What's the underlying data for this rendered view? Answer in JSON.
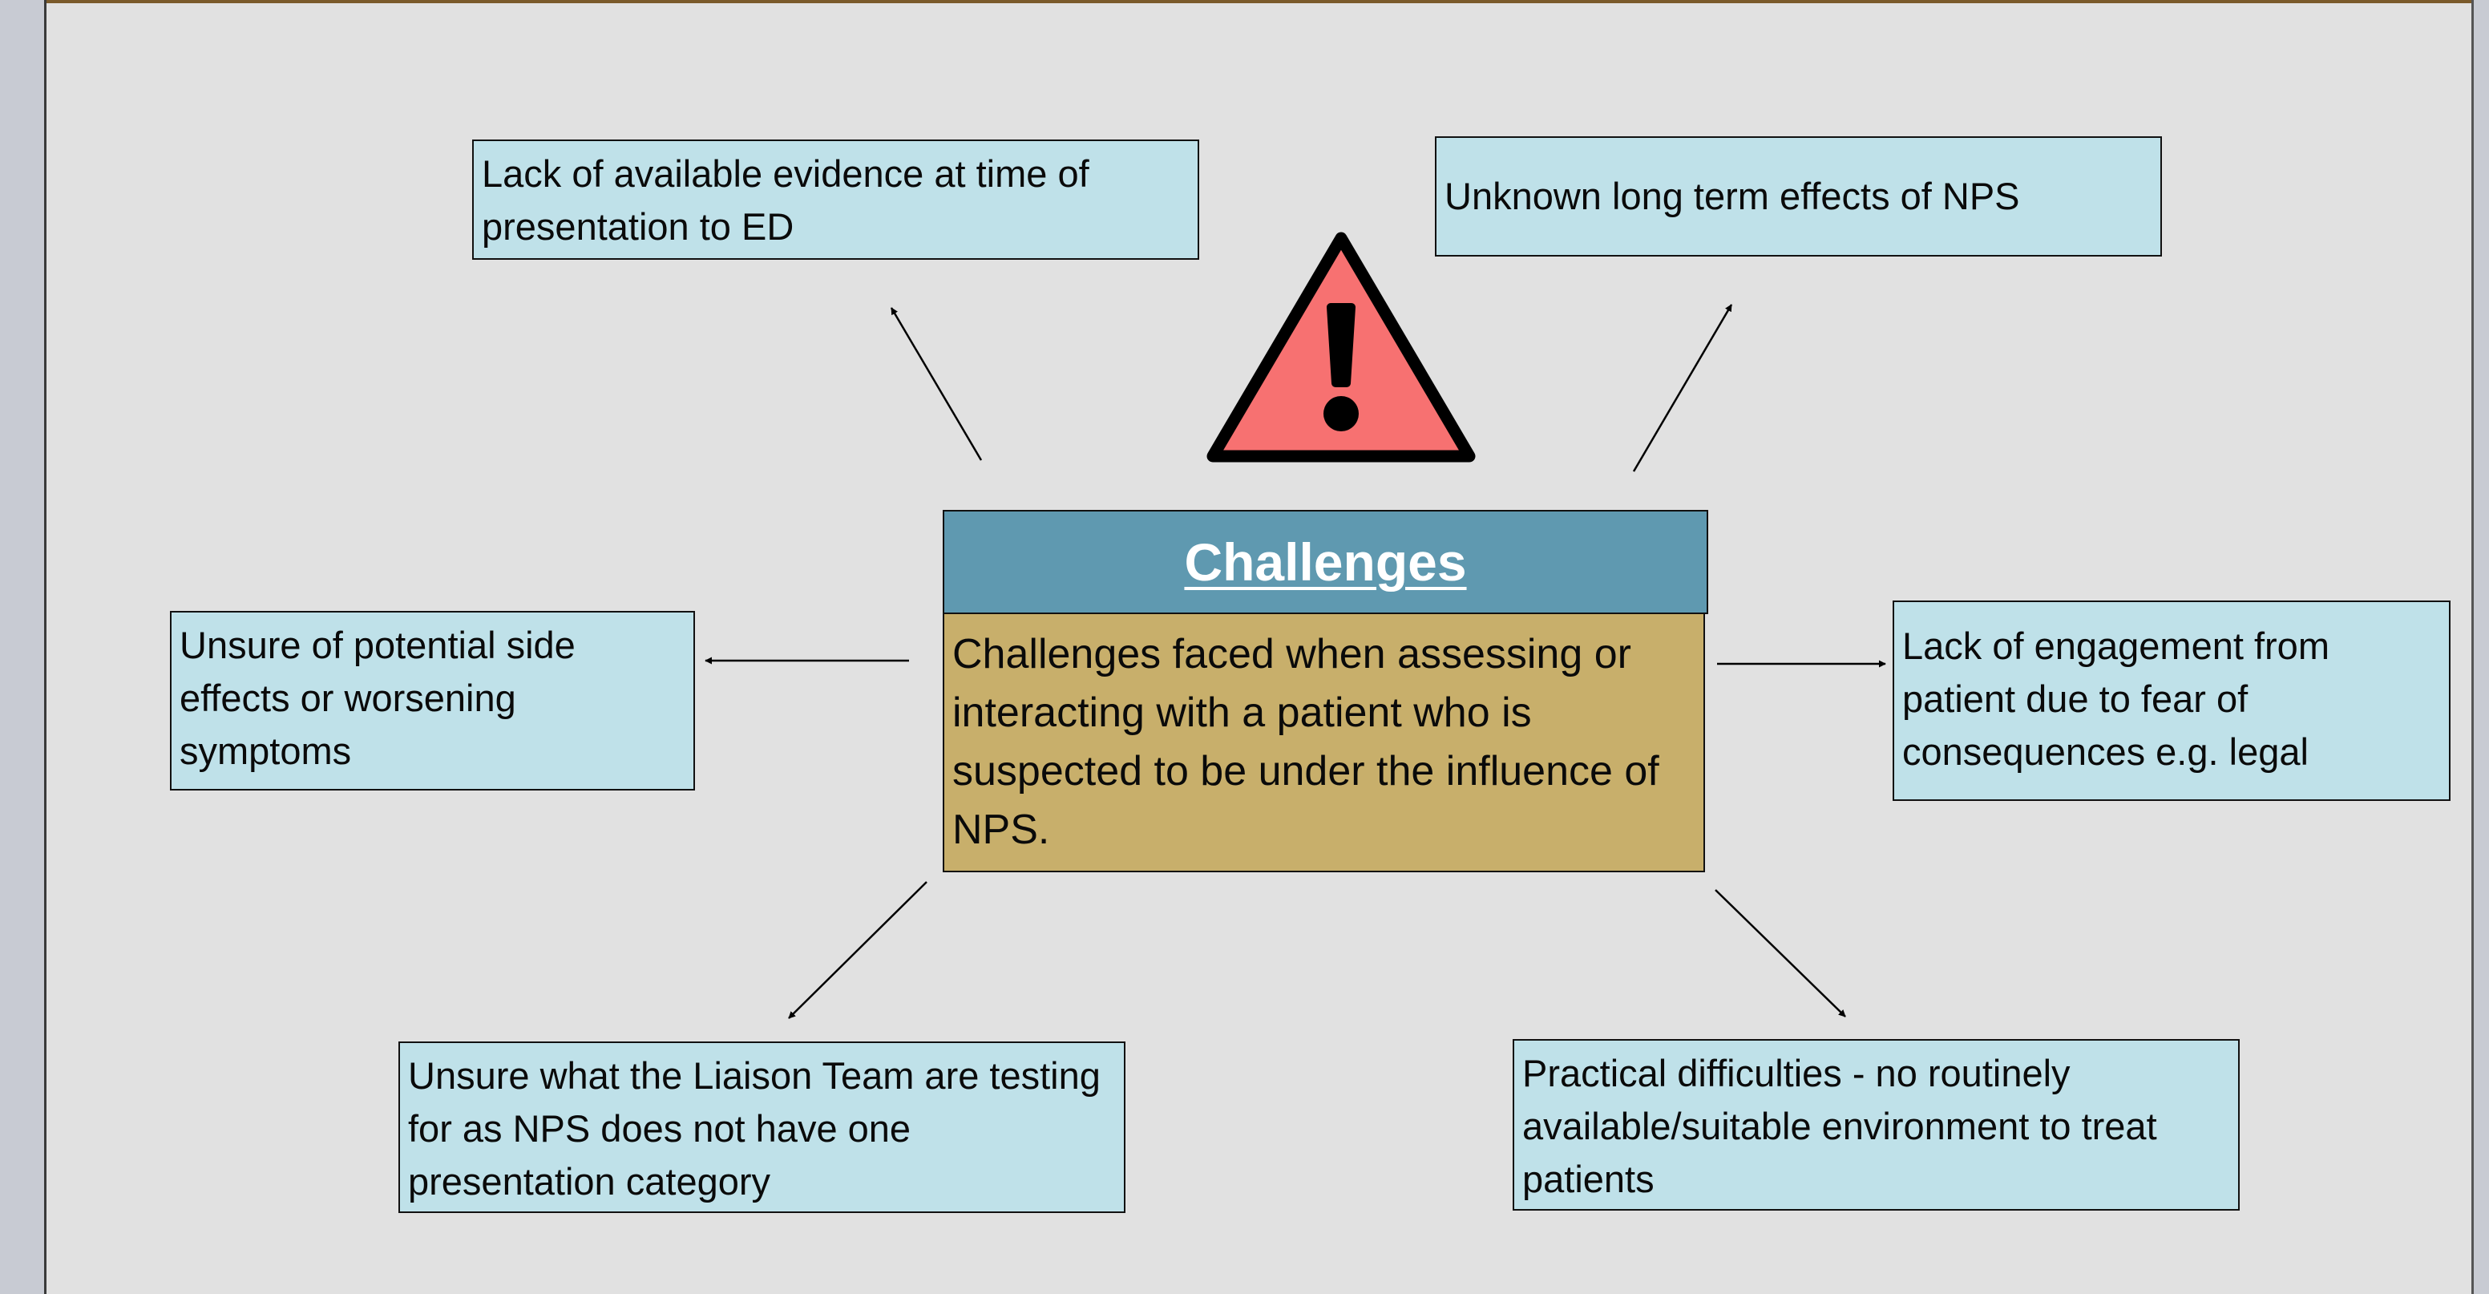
{
  "center": {
    "title": "Challenges",
    "description": "Challenges faced when assessing or interacting with a patient who is suspected to be under the influence of NPS."
  },
  "nodes": {
    "top_left": "Lack of available evidence at time of presentation to ED",
    "top_right": "Unknown long term effects of NPS",
    "mid_left": "Unsure of potential side effects or worsening symptoms",
    "mid_right": "Lack of engagement from patient due to fear of consequences e.g. legal",
    "bottom_left": "Unsure what the Liaison Team are testing for as NPS does not have one presentation category",
    "bottom_right": "Practical difficulties - no routinely available/suitable environment to treat patients"
  },
  "icons": {
    "warning": "warning-triangle-icon"
  },
  "colors": {
    "node_fill": "#bfe1e9",
    "header_fill": "#5f99b0",
    "body_fill": "#c8af6b",
    "warning_fill": "#f77171"
  }
}
